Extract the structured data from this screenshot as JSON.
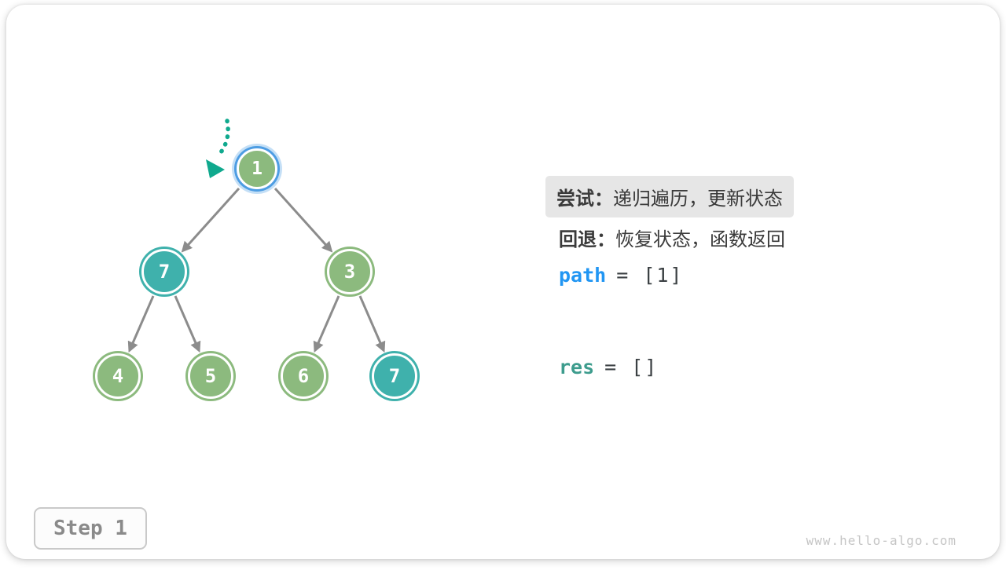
{
  "figure": {
    "step_label": "Step 1",
    "watermark": "www.hello-algo.com"
  },
  "panel": {
    "try_label": "尝试：",
    "try_text": "递归遍历，更新状态",
    "backtrack_label": "回退：",
    "backtrack_text": "恢复状态，函数返回",
    "path_var": "path",
    "path_rest": "= [1]",
    "res_var": "res",
    "res_rest": "= []"
  },
  "tree": {
    "nodes": [
      {
        "value": "1",
        "style": "current"
      },
      {
        "value": "7",
        "style": "teal"
      },
      {
        "value": "3",
        "style": "green"
      },
      {
        "value": "4",
        "style": "green"
      },
      {
        "value": "5",
        "style": "green"
      },
      {
        "value": "6",
        "style": "green"
      },
      {
        "value": "7",
        "style": "teal"
      }
    ]
  },
  "colors": {
    "node_green": "#8CBA7E",
    "node_teal": "#3FB1AC",
    "current_ring_blue": "#4D9DE3",
    "edge_gray": "#8C8C8C",
    "pointer_teal": "#10A98E",
    "path_blue": "#2196F3",
    "res_teal": "#3D9C8D",
    "highlight_bg": "#E6E6E6",
    "text_dark": "#3A3A3A",
    "step_text_gray": "#8A8A8A",
    "watermark_gray": "#C5C5C5"
  }
}
